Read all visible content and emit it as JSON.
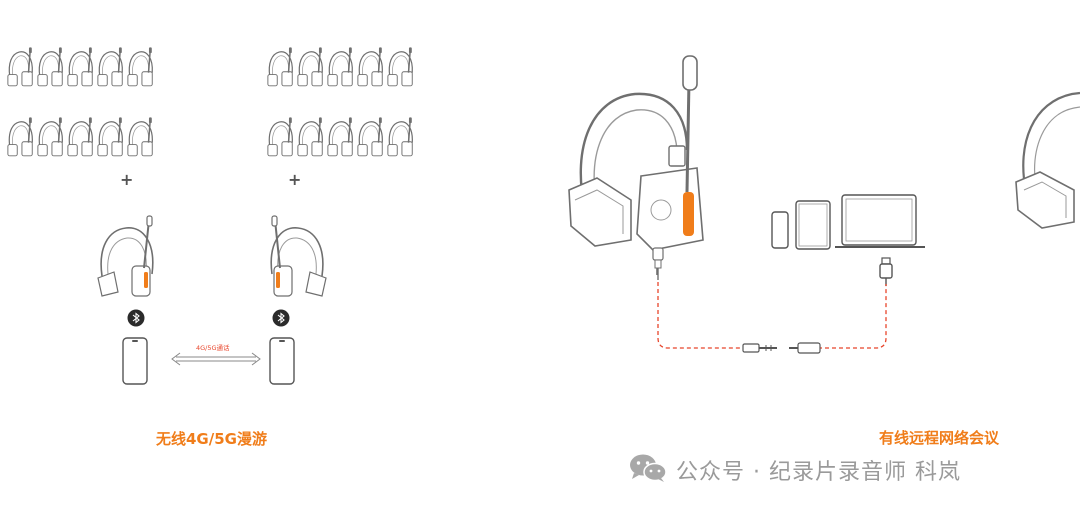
{
  "left_panel": {
    "roaming_label": "4G/5G通话",
    "caption": "无线4G/5G漫游"
  },
  "right_panel": {
    "caption": "有线远程网络会议"
  },
  "watermark": {
    "text": "公众号 · 纪录片录音师 科岚",
    "icon": "wechat-icon"
  },
  "colors": {
    "accent": "#f07d1a",
    "link_red": "#e8452b",
    "line_art": "#6f6f6f",
    "watermark": "#9a9a9a"
  }
}
